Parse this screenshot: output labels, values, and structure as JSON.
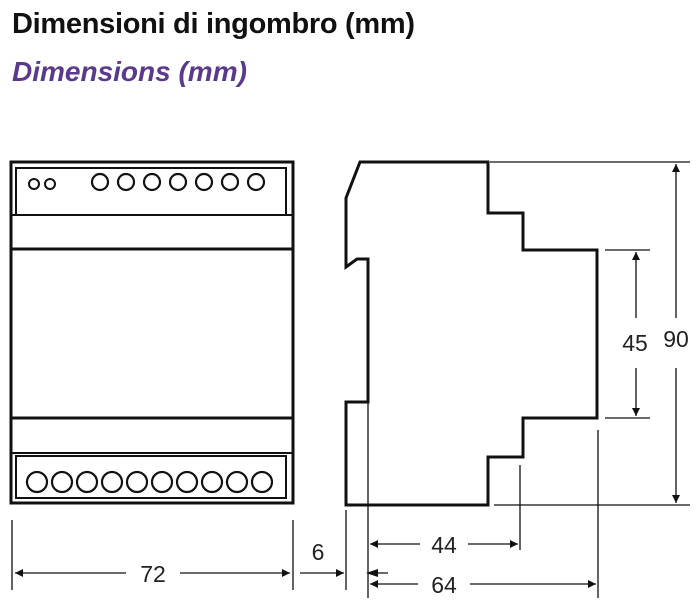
{
  "header": {
    "title": "Dimensioni di ingombro (mm)",
    "subtitle": "Dimensions (mm)"
  },
  "dimensions": {
    "front_width": "72",
    "front_offset": "6",
    "side_depth_small": "44",
    "side_depth_total": "64",
    "height_small": "45",
    "height_total": "90"
  },
  "colors": {
    "title": "#111111",
    "subtitle": "#5b3a8c",
    "drawing": "#111111"
  }
}
